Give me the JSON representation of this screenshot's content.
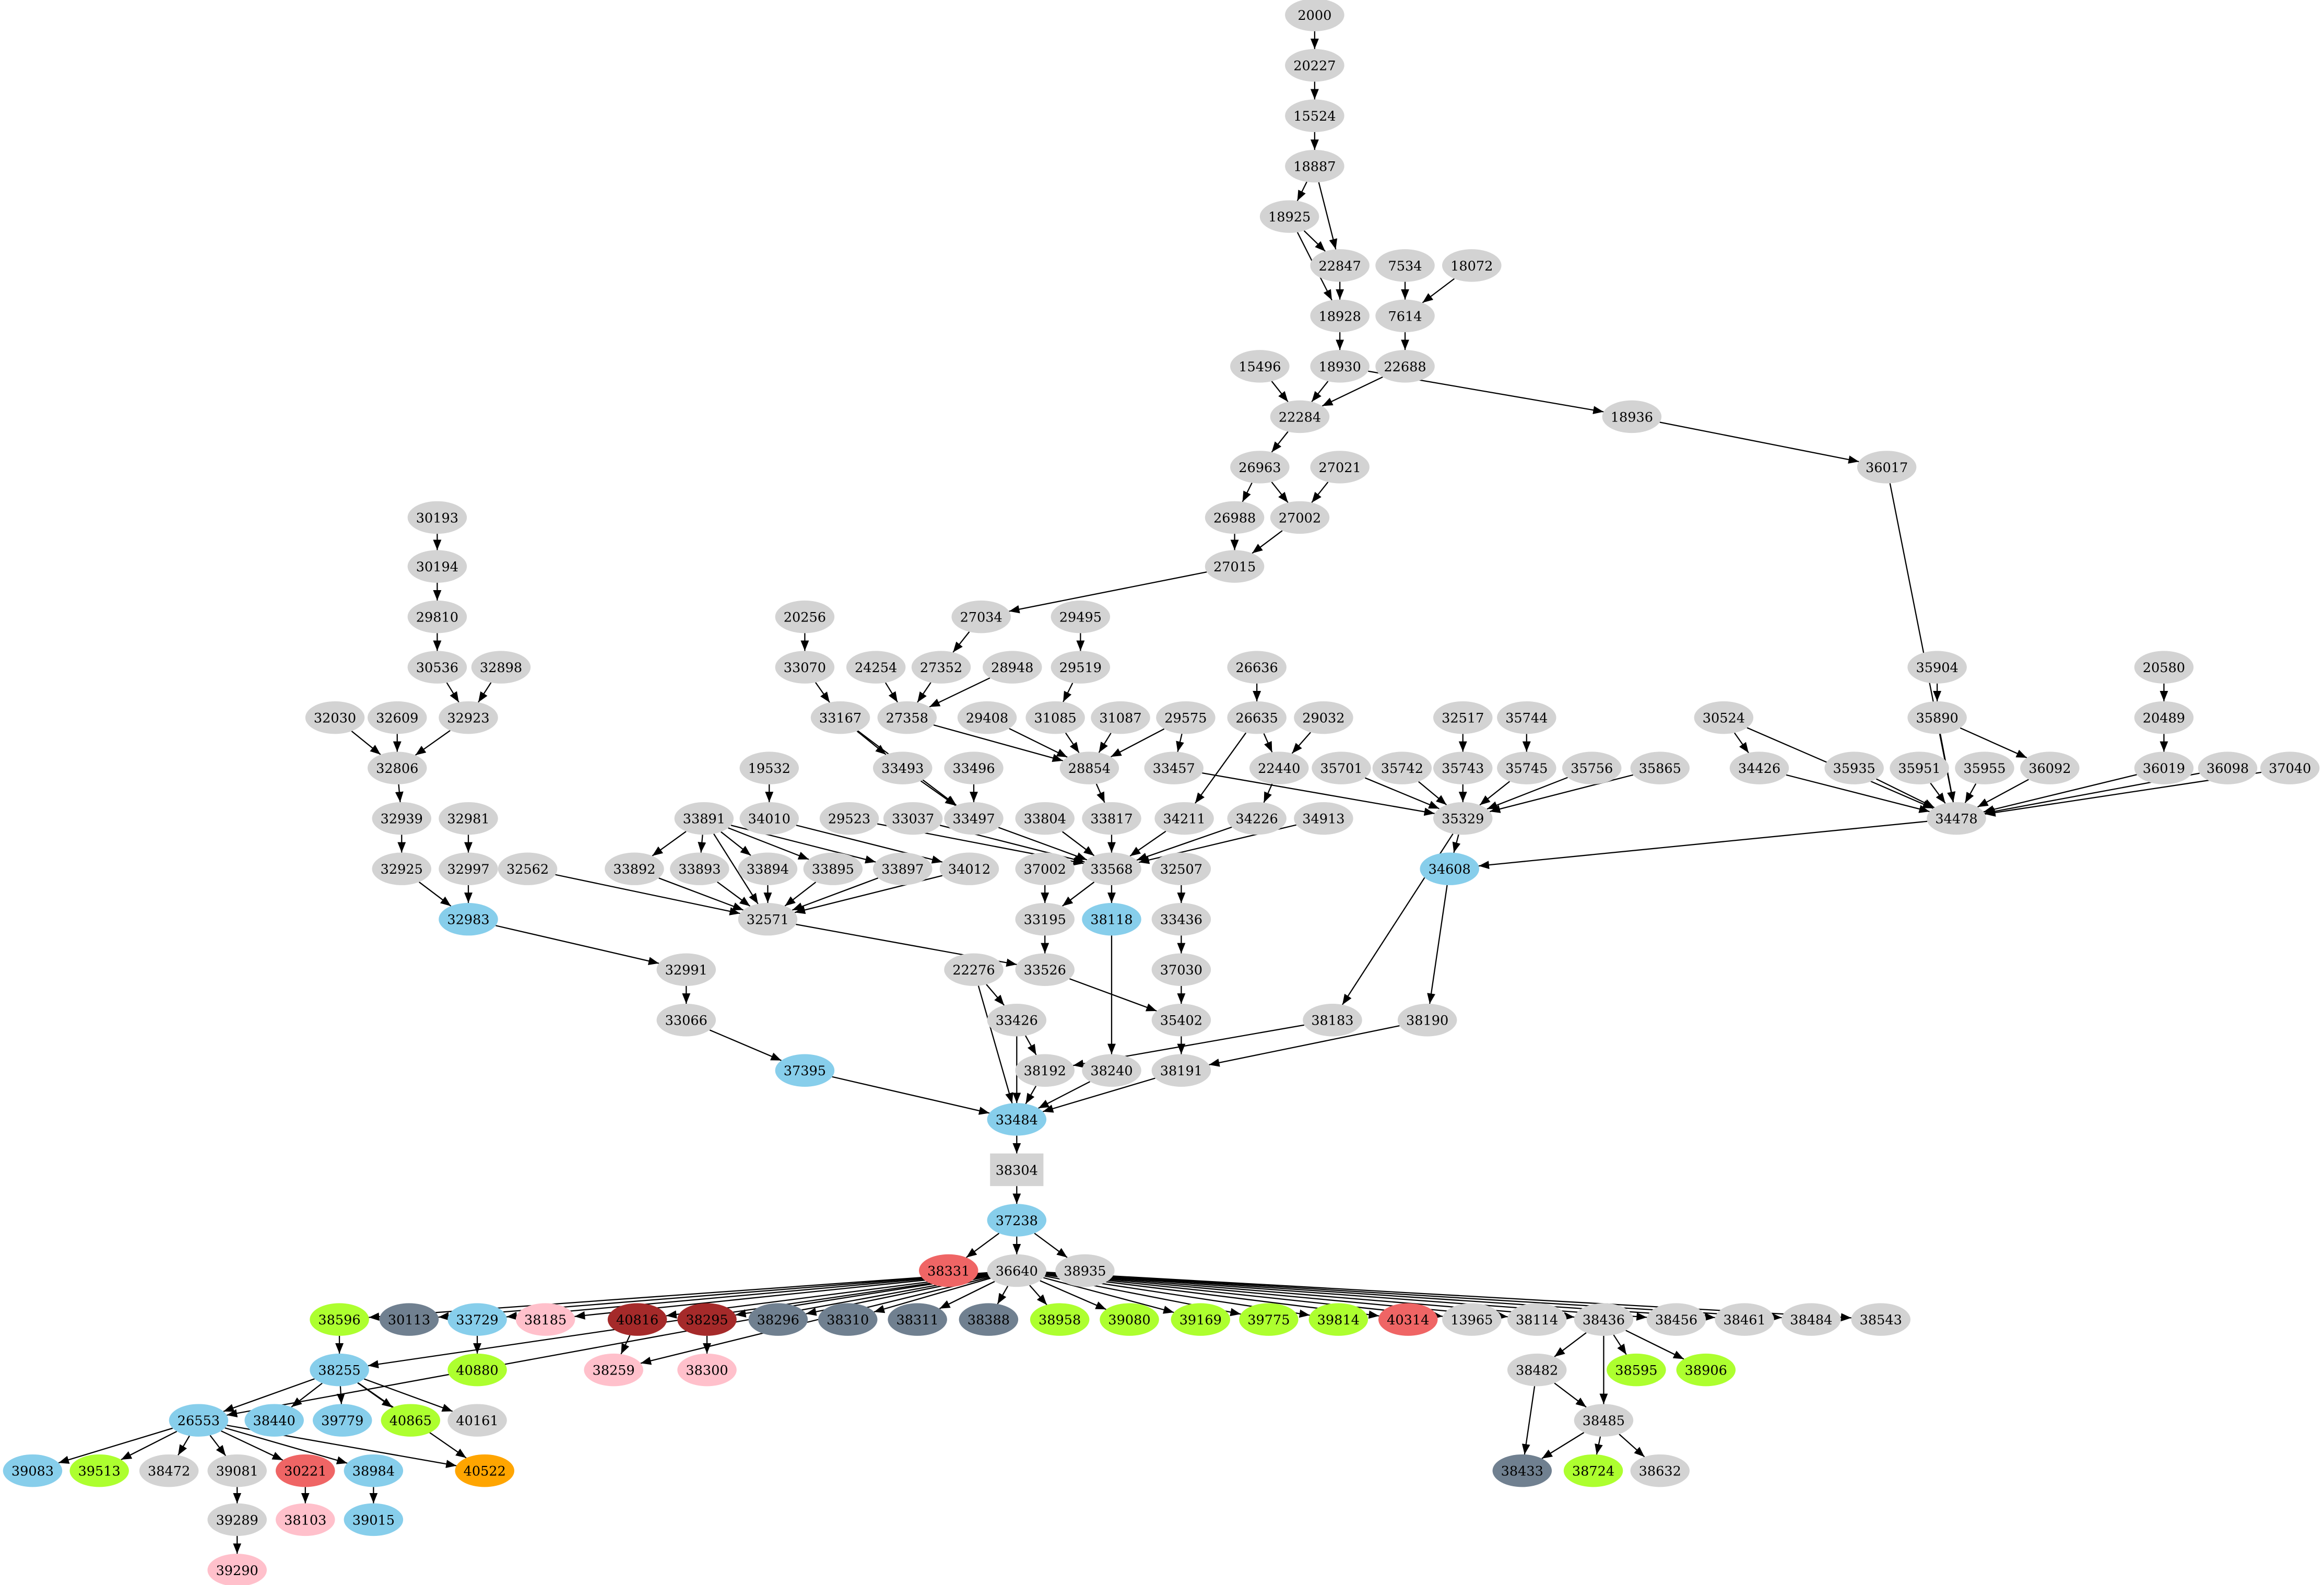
{
  "graph": {
    "colors": {
      "default": "#d3d3d3",
      "blue": "#87ceeb",
      "green": "#adff2f",
      "red": "#ef6565",
      "brown": "#a52a2a",
      "slate": "#708090",
      "pink": "#ffc0cb",
      "orange": "#ffa500"
    },
    "nodes": [
      {
        "id": "2000"
      },
      {
        "id": "20227"
      },
      {
        "id": "15524"
      },
      {
        "id": "18887"
      },
      {
        "id": "18925"
      },
      {
        "id": "22847"
      },
      {
        "id": "7534"
      },
      {
        "id": "18072"
      },
      {
        "id": "18928"
      },
      {
        "id": "7614"
      },
      {
        "id": "15496"
      },
      {
        "id": "18930"
      },
      {
        "id": "22688"
      },
      {
        "id": "22284"
      },
      {
        "id": "18936"
      },
      {
        "id": "26963"
      },
      {
        "id": "27021"
      },
      {
        "id": "36017"
      },
      {
        "id": "26988"
      },
      {
        "id": "27002"
      },
      {
        "id": "30193"
      },
      {
        "id": "30194"
      },
      {
        "id": "27015"
      },
      {
        "id": "29810"
      },
      {
        "id": "20256"
      },
      {
        "id": "27034"
      },
      {
        "id": "29495"
      },
      {
        "id": "30536"
      },
      {
        "id": "32898"
      },
      {
        "id": "33070"
      },
      {
        "id": "24254"
      },
      {
        "id": "27352"
      },
      {
        "id": "28948"
      },
      {
        "id": "29519"
      },
      {
        "id": "26636"
      },
      {
        "id": "35904"
      },
      {
        "id": "20580"
      },
      {
        "id": "32030"
      },
      {
        "id": "32609"
      },
      {
        "id": "32923"
      },
      {
        "id": "33167"
      },
      {
        "id": "27358"
      },
      {
        "id": "29408"
      },
      {
        "id": "31085"
      },
      {
        "id": "31087"
      },
      {
        "id": "29575"
      },
      {
        "id": "26635"
      },
      {
        "id": "29032"
      },
      {
        "id": "32517"
      },
      {
        "id": "35744"
      },
      {
        "id": "30524"
      },
      {
        "id": "35890"
      },
      {
        "id": "20489"
      },
      {
        "id": "32806"
      },
      {
        "id": "33493"
      },
      {
        "id": "33496"
      },
      {
        "id": "28854"
      },
      {
        "id": "33457"
      },
      {
        "id": "22440"
      },
      {
        "id": "35701"
      },
      {
        "id": "35742"
      },
      {
        "id": "35743"
      },
      {
        "id": "35745"
      },
      {
        "id": "35756"
      },
      {
        "id": "35865"
      },
      {
        "id": "34426"
      },
      {
        "id": "35935"
      },
      {
        "id": "35951"
      },
      {
        "id": "35955"
      },
      {
        "id": "36092"
      },
      {
        "id": "36019"
      },
      {
        "id": "36098"
      },
      {
        "id": "37040"
      },
      {
        "id": "19532"
      },
      {
        "id": "32939"
      },
      {
        "id": "32981"
      },
      {
        "id": "33891"
      },
      {
        "id": "34010"
      },
      {
        "id": "29523"
      },
      {
        "id": "33037"
      },
      {
        "id": "33497"
      },
      {
        "id": "33804"
      },
      {
        "id": "33817"
      },
      {
        "id": "34211"
      },
      {
        "id": "34226"
      },
      {
        "id": "34913"
      },
      {
        "id": "35329"
      },
      {
        "id": "34478"
      },
      {
        "id": "32925"
      },
      {
        "id": "32997"
      },
      {
        "id": "32562"
      },
      {
        "id": "33892"
      },
      {
        "id": "33893"
      },
      {
        "id": "33894"
      },
      {
        "id": "33895"
      },
      {
        "id": "33897"
      },
      {
        "id": "34012"
      },
      {
        "id": "37002"
      },
      {
        "id": "33568"
      },
      {
        "id": "32507"
      },
      {
        "id": "34608",
        "color": "blue"
      },
      {
        "id": "32983",
        "color": "blue"
      },
      {
        "id": "32571"
      },
      {
        "id": "33195"
      },
      {
        "id": "38118",
        "color": "blue"
      },
      {
        "id": "33436"
      },
      {
        "id": "32991"
      },
      {
        "id": "22276"
      },
      {
        "id": "33526"
      },
      {
        "id": "37030"
      },
      {
        "id": "33066"
      },
      {
        "id": "33426"
      },
      {
        "id": "35402"
      },
      {
        "id": "38183"
      },
      {
        "id": "38190"
      },
      {
        "id": "37395",
        "color": "blue"
      },
      {
        "id": "38192"
      },
      {
        "id": "38240"
      },
      {
        "id": "38191"
      },
      {
        "id": "33484",
        "color": "blue"
      },
      {
        "id": "38304",
        "shape": "box"
      },
      {
        "id": "37238",
        "color": "blue"
      },
      {
        "id": "38331",
        "color": "red"
      },
      {
        "id": "36640"
      },
      {
        "id": "38935"
      },
      {
        "id": "38596",
        "color": "green"
      },
      {
        "id": "30113",
        "color": "slate"
      },
      {
        "id": "33729",
        "color": "blue"
      },
      {
        "id": "38185",
        "color": "pink"
      },
      {
        "id": "40816",
        "color": "brown"
      },
      {
        "id": "38295",
        "color": "brown"
      },
      {
        "id": "38296",
        "color": "slate"
      },
      {
        "id": "38310",
        "color": "slate"
      },
      {
        "id": "38311",
        "color": "slate"
      },
      {
        "id": "38388",
        "color": "slate"
      },
      {
        "id": "38958",
        "color": "green"
      },
      {
        "id": "39080",
        "color": "green"
      },
      {
        "id": "39169",
        "color": "green"
      },
      {
        "id": "39775",
        "color": "green"
      },
      {
        "id": "39814",
        "color": "green"
      },
      {
        "id": "40314",
        "color": "red"
      },
      {
        "id": "13965"
      },
      {
        "id": "38114"
      },
      {
        "id": "38436"
      },
      {
        "id": "38456"
      },
      {
        "id": "38461"
      },
      {
        "id": "38484"
      },
      {
        "id": "38543"
      },
      {
        "id": "38255",
        "color": "blue"
      },
      {
        "id": "40880",
        "color": "green"
      },
      {
        "id": "38259",
        "color": "pink"
      },
      {
        "id": "38300",
        "color": "pink"
      },
      {
        "id": "38482"
      },
      {
        "id": "38595",
        "color": "green"
      },
      {
        "id": "38906",
        "color": "green"
      },
      {
        "id": "26553",
        "color": "blue"
      },
      {
        "id": "38440",
        "color": "blue"
      },
      {
        "id": "39779",
        "color": "blue"
      },
      {
        "id": "40865",
        "color": "green"
      },
      {
        "id": "40161"
      },
      {
        "id": "38485"
      },
      {
        "id": "39083",
        "color": "blue"
      },
      {
        "id": "39513",
        "color": "green"
      },
      {
        "id": "38472"
      },
      {
        "id": "39081"
      },
      {
        "id": "30221",
        "color": "red"
      },
      {
        "id": "38984",
        "color": "blue"
      },
      {
        "id": "40522",
        "color": "orange"
      },
      {
        "id": "38433",
        "color": "slate"
      },
      {
        "id": "38724",
        "color": "green"
      },
      {
        "id": "38632"
      },
      {
        "id": "39289"
      },
      {
        "id": "38103",
        "color": "pink"
      },
      {
        "id": "39015",
        "color": "blue"
      },
      {
        "id": "39290",
        "color": "pink"
      }
    ],
    "edges": [
      [
        "2000",
        "20227"
      ],
      [
        "20227",
        "15524"
      ],
      [
        "15524",
        "18887"
      ],
      [
        "18887",
        "18925"
      ],
      [
        "18887",
        "22847"
      ],
      [
        "18925",
        "22847"
      ],
      [
        "18925",
        "18928"
      ],
      [
        "22847",
        "18928"
      ],
      [
        "7534",
        "7614"
      ],
      [
        "18072",
        "7614"
      ],
      [
        "18928",
        "18930"
      ],
      [
        "7614",
        "22688"
      ],
      [
        "15496",
        "22284"
      ],
      [
        "18930",
        "22284"
      ],
      [
        "22688",
        "22284"
      ],
      [
        "18930",
        "18936"
      ],
      [
        "18936",
        "36017"
      ],
      [
        "22284",
        "26963"
      ],
      [
        "26963",
        "26988"
      ],
      [
        "26963",
        "27002"
      ],
      [
        "27021",
        "27002"
      ],
      [
        "26988",
        "27015"
      ],
      [
        "27002",
        "27015"
      ],
      [
        "27015",
        "27034"
      ],
      [
        "27034",
        "27352"
      ],
      [
        "27352",
        "27358"
      ],
      [
        "24254",
        "27358"
      ],
      [
        "28948",
        "27358"
      ],
      [
        "27358",
        "28854"
      ],
      [
        "29495",
        "29519"
      ],
      [
        "29519",
        "31085"
      ],
      [
        "31085",
        "28854"
      ],
      [
        "29408",
        "28854"
      ],
      [
        "31087",
        "28854"
      ],
      [
        "29575",
        "28854"
      ],
      [
        "29575",
        "33457"
      ],
      [
        "28854",
        "33817"
      ],
      [
        "33457",
        "35329"
      ],
      [
        "26636",
        "26635"
      ],
      [
        "26635",
        "22440"
      ],
      [
        "26635",
        "34211"
      ],
      [
        "29032",
        "22440"
      ],
      [
        "22440",
        "34226"
      ],
      [
        "34226",
        "33568"
      ],
      [
        "34211",
        "33568"
      ],
      [
        "33817",
        "33568"
      ],
      [
        "33804",
        "33568"
      ],
      [
        "34913",
        "33568"
      ],
      [
        "33497",
        "33568"
      ],
      [
        "29523",
        "33568"
      ],
      [
        "33037",
        "33568"
      ],
      [
        "20256",
        "33070"
      ],
      [
        "33070",
        "33167"
      ],
      [
        "33167",
        "33493"
      ],
      [
        "33167",
        "33497"
      ],
      [
        "33493",
        "33497"
      ],
      [
        "33496",
        "33497"
      ],
      [
        "30193",
        "30194"
      ],
      [
        "30194",
        "29810"
      ],
      [
        "29810",
        "30536"
      ],
      [
        "30536",
        "32923"
      ],
      [
        "32898",
        "32923"
      ],
      [
        "32923",
        "32806"
      ],
      [
        "32030",
        "32806"
      ],
      [
        "32609",
        "32806"
      ],
      [
        "32806",
        "32939"
      ],
      [
        "32939",
        "32925"
      ],
      [
        "32925",
        "32983"
      ],
      [
        "32981",
        "32997"
      ],
      [
        "32997",
        "32983"
      ],
      [
        "32983",
        "32991"
      ],
      [
        "32991",
        "33066"
      ],
      [
        "33066",
        "37395"
      ],
      [
        "37395",
        "33484"
      ],
      [
        "19532",
        "34010"
      ],
      [
        "34010",
        "34012"
      ],
      [
        "34012",
        "32571"
      ],
      [
        "33891",
        "33892"
      ],
      [
        "33891",
        "33893"
      ],
      [
        "33891",
        "33894"
      ],
      [
        "33891",
        "33895"
      ],
      [
        "33891",
        "33897"
      ],
      [
        "33891",
        "32571"
      ],
      [
        "33892",
        "32571"
      ],
      [
        "33893",
        "32571"
      ],
      [
        "33894",
        "32571"
      ],
      [
        "33895",
        "32571"
      ],
      [
        "33897",
        "32571"
      ],
      [
        "32562",
        "32571"
      ],
      [
        "32571",
        "33526"
      ],
      [
        "37002",
        "33195"
      ],
      [
        "33568",
        "33195"
      ],
      [
        "33568",
        "38118"
      ],
      [
        "33195",
        "33526"
      ],
      [
        "33526",
        "35402"
      ],
      [
        "32507",
        "33436"
      ],
      [
        "33436",
        "37030"
      ],
      [
        "37030",
        "35402"
      ],
      [
        "35402",
        "38191"
      ],
      [
        "38191",
        "33484"
      ],
      [
        "38118",
        "38240"
      ],
      [
        "38240",
        "33484"
      ],
      [
        "22276",
        "33426"
      ],
      [
        "22276",
        "33484"
      ],
      [
        "33426",
        "38192"
      ],
      [
        "33426",
        "33484"
      ],
      [
        "38192",
        "33484"
      ],
      [
        "38183",
        "38192"
      ],
      [
        "35329",
        "38183"
      ],
      [
        "35329",
        "34608"
      ],
      [
        "34478",
        "34608"
      ],
      [
        "34608",
        "38190"
      ],
      [
        "38190",
        "38191"
      ],
      [
        "36017",
        "34478"
      ],
      [
        "30524",
        "34426"
      ],
      [
        "30524",
        "34478"
      ],
      [
        "34426",
        "34478"
      ],
      [
        "35904",
        "35890"
      ],
      [
        "35890",
        "34478"
      ],
      [
        "35890",
        "36092"
      ],
      [
        "36092",
        "34478"
      ],
      [
        "35935",
        "34478"
      ],
      [
        "35951",
        "34478"
      ],
      [
        "35955",
        "34478"
      ],
      [
        "20580",
        "20489"
      ],
      [
        "20489",
        "36019"
      ],
      [
        "36019",
        "34478"
      ],
      [
        "36098",
        "34478"
      ],
      [
        "37040",
        "34478"
      ],
      [
        "35701",
        "35329"
      ],
      [
        "35742",
        "35329"
      ],
      [
        "35743",
        "35329"
      ],
      [
        "35745",
        "35329"
      ],
      [
        "35756",
        "35329"
      ],
      [
        "35865",
        "35329"
      ],
      [
        "32517",
        "35743"
      ],
      [
        "35744",
        "35745"
      ],
      [
        "33484",
        "38304"
      ],
      [
        "38304",
        "37238"
      ],
      [
        "37238",
        "38331"
      ],
      [
        "37238",
        "36640"
      ],
      [
        "37238",
        "38935"
      ],
      [
        "36640",
        "38596"
      ],
      [
        "36640",
        "30113"
      ],
      [
        "36640",
        "33729"
      ],
      [
        "36640",
        "38185"
      ],
      [
        "36640",
        "40816"
      ],
      [
        "36640",
        "38295"
      ],
      [
        "36640",
        "38296"
      ],
      [
        "36640",
        "38310"
      ],
      [
        "36640",
        "38311"
      ],
      [
        "36640",
        "38388"
      ],
      [
        "36640",
        "38958"
      ],
      [
        "36640",
        "39080"
      ],
      [
        "36640",
        "39169"
      ],
      [
        "36640",
        "39775"
      ],
      [
        "36640",
        "39814"
      ],
      [
        "36640",
        "40314"
      ],
      [
        "36640",
        "13965"
      ],
      [
        "36640",
        "38114"
      ],
      [
        "36640",
        "38436"
      ],
      [
        "36640",
        "38456"
      ],
      [
        "36640",
        "38461"
      ],
      [
        "36640",
        "38484"
      ],
      [
        "36640",
        "38543"
      ],
      [
        "36640",
        "26553"
      ],
      [
        "36640",
        "38255"
      ],
      [
        "36640",
        "38259"
      ],
      [
        "38596",
        "38255"
      ],
      [
        "33729",
        "40880"
      ],
      [
        "40816",
        "38259"
      ],
      [
        "38295",
        "38300"
      ],
      [
        "38255",
        "26553"
      ],
      [
        "38255",
        "38440"
      ],
      [
        "38255",
        "39779"
      ],
      [
        "38255",
        "40865"
      ],
      [
        "38255",
        "40161"
      ],
      [
        "38255",
        "40522"
      ],
      [
        "26553",
        "39083"
      ],
      [
        "26553",
        "39513"
      ],
      [
        "26553",
        "38472"
      ],
      [
        "26553",
        "39081"
      ],
      [
        "26553",
        "30221"
      ],
      [
        "26553",
        "38984"
      ],
      [
        "26553",
        "40522"
      ],
      [
        "39081",
        "39289"
      ],
      [
        "39289",
        "39290"
      ],
      [
        "30221",
        "38103"
      ],
      [
        "38984",
        "39015"
      ],
      [
        "38436",
        "38482"
      ],
      [
        "38436",
        "38485"
      ],
      [
        "38436",
        "38595"
      ],
      [
        "38436",
        "38906"
      ],
      [
        "38482",
        "38485"
      ],
      [
        "38482",
        "38433"
      ],
      [
        "38485",
        "38433"
      ],
      [
        "38485",
        "38724"
      ],
      [
        "38485",
        "38632"
      ]
    ]
  }
}
